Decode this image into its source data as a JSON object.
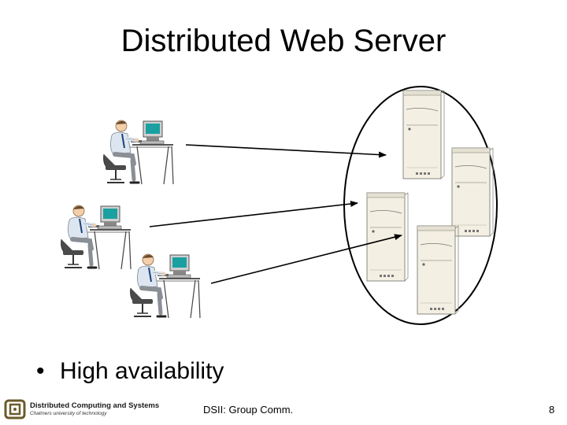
{
  "slide": {
    "title": "Distributed Web Server",
    "bullets": [
      "High availability"
    ]
  },
  "footer": {
    "logo_line1": "Distributed Computing and Systems",
    "logo_line2": "Chalmers university of technology",
    "center_text": "DSII: Group Comm.",
    "page_number": "8"
  },
  "diagram": {
    "clients": [
      "person-at-computer",
      "person-at-computer",
      "person-at-computer"
    ],
    "servers": [
      "server-tower",
      "server-tower",
      "server-tower",
      "server-tower"
    ],
    "connections": 3,
    "colors": {
      "server_body": "#f3efe2",
      "server_edge": "#8a8a80",
      "shirt": "#dde6f0",
      "chair": "#4a4a4a",
      "monitor_screen": "#1aa0a0"
    }
  }
}
